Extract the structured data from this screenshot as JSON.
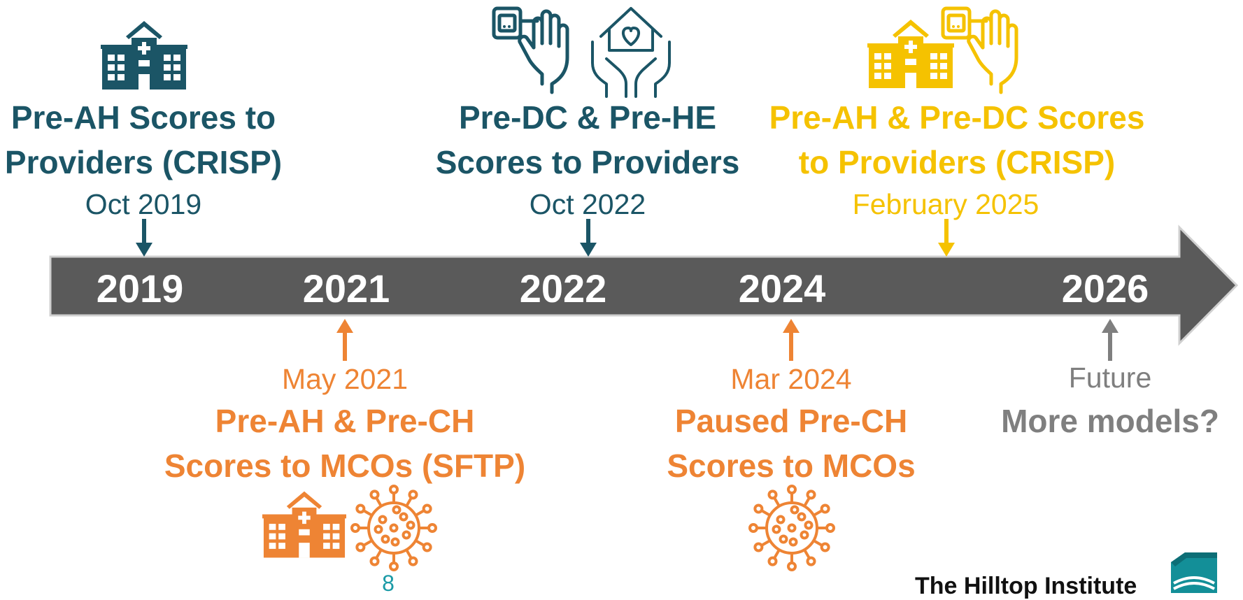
{
  "timeline": {
    "years": [
      "2019",
      "2021",
      "2022",
      "2024",
      "2026"
    ]
  },
  "events": {
    "pre_ah_providers": {
      "title_line1": "Pre-AH Scores to",
      "title_line2": "Providers (CRISP)",
      "date": "Oct 2019",
      "color": "#1b5566"
    },
    "pre_dc_he_providers": {
      "title_line1": "Pre-DC & Pre-HE",
      "title_line2": "Scores to Providers",
      "date": "Oct 2022",
      "color": "#1b5566"
    },
    "pre_ah_dc_providers": {
      "title_line1": "Pre-AH & Pre-DC Scores",
      "title_line2": "to Providers (CRISP)",
      "date": "February 2025",
      "color": "#f5c200"
    },
    "pre_ah_ch_mcos": {
      "date": "May 2021",
      "title_line1": "Pre-AH & Pre-CH",
      "title_line2": "Scores to MCOs (SFTP)",
      "color": "#ee8434"
    },
    "paused_pre_ch": {
      "date": "Mar 2024",
      "title_line1": "Paused Pre-CH",
      "title_line2": "Scores to MCOs",
      "color": "#ee8434"
    },
    "future": {
      "date": "Future",
      "title": "More models?",
      "color": "#7f7f7f"
    }
  },
  "footer": {
    "page_number": "8",
    "logo_text": "The Hilltop Institute"
  },
  "icons": [
    "hospital-icon",
    "hand-key-icon",
    "hands-house-heart-icon",
    "virus-icon",
    "hilltop-logo-icon"
  ]
}
